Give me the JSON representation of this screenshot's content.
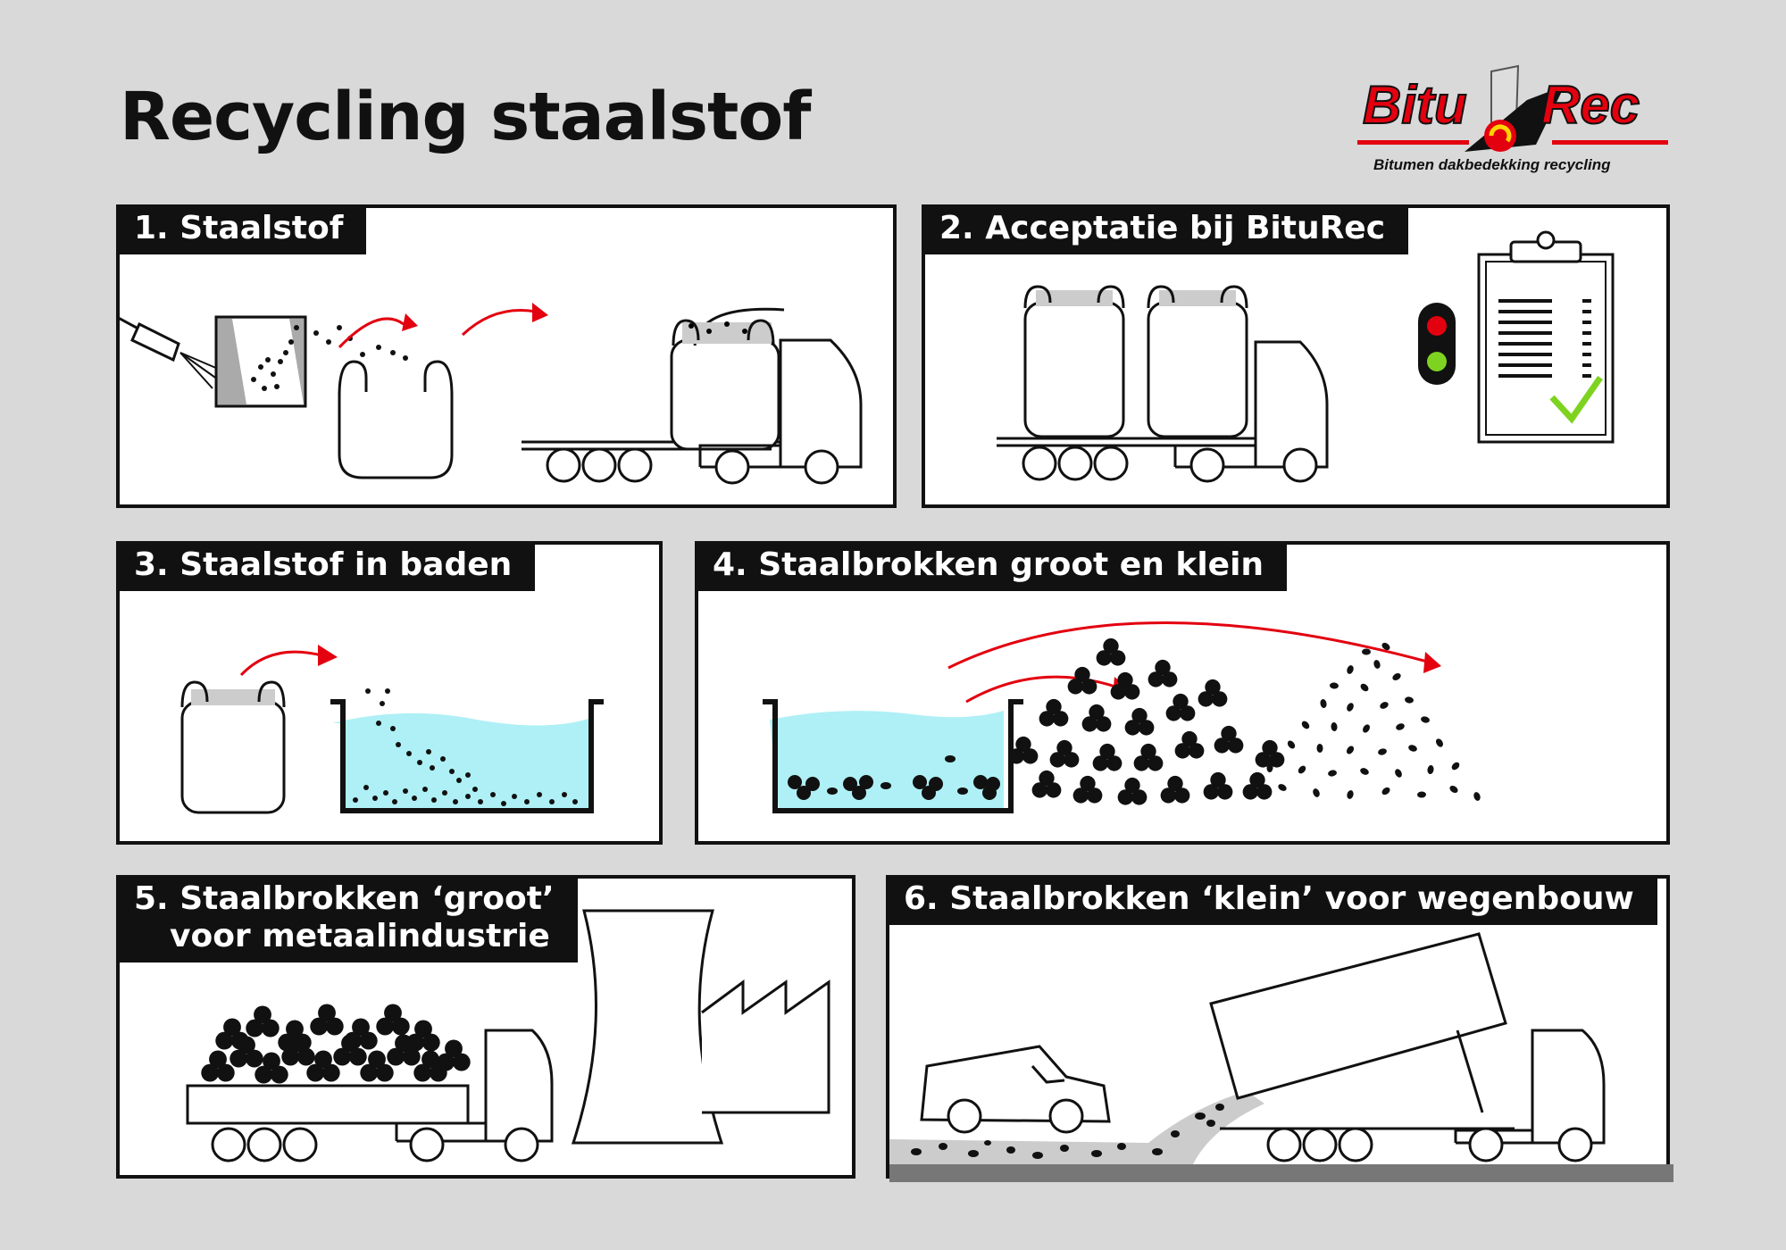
{
  "title": "Recycling staalstof",
  "logo": {
    "left_word": "Bitu",
    "right_word": "Rec",
    "tagline": "Bitumen dakbedekking recycling",
    "accent_color": "#e3000f"
  },
  "panels": [
    {
      "label": "1. Staalstof"
    },
    {
      "label": "2. Acceptatie bij BituRec"
    },
    {
      "label": "3. Staalstof in baden"
    },
    {
      "label": "4. Staalbrokken groot en klein"
    },
    {
      "label_line1": "5. Staalbrokken ‘groot’",
      "label_line2": "voor metaalindustrie"
    },
    {
      "label": "6. Staalbrokken ‘klein’ voor wegenbouw"
    }
  ],
  "colors": {
    "arrow": "#e3000f",
    "water": "#aef0f5",
    "dust": "#b8b8b8",
    "traffic_red": "#e3000f",
    "traffic_green": "#7ed321",
    "check": "#7ed321"
  },
  "icons": [
    "spray-gun-icon",
    "big-bag-icon",
    "truck-icon",
    "clipboard-icon",
    "traffic-light-icon",
    "checkmark-icon",
    "bath-icon",
    "factory-icon",
    "cooling-tower-icon",
    "car-icon",
    "dump-truck-icon"
  ]
}
